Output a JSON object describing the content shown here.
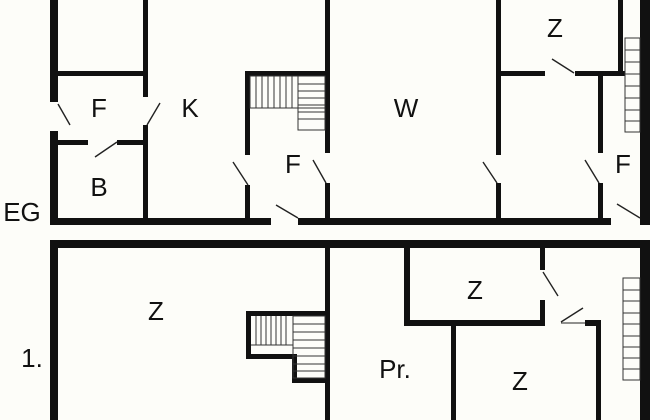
{
  "floors": {
    "ground": {
      "label": "EG",
      "rooms": {
        "z_top": "Z",
        "f_left": "F",
        "kitchen": "K",
        "living": "W",
        "f_stair": "F",
        "f_right": "F",
        "bath": "B"
      }
    },
    "first": {
      "label": "1.",
      "rooms": {
        "z_large": "Z",
        "z_upper": "Z",
        "pr": "Pr.",
        "z_lower": "Z"
      }
    }
  }
}
